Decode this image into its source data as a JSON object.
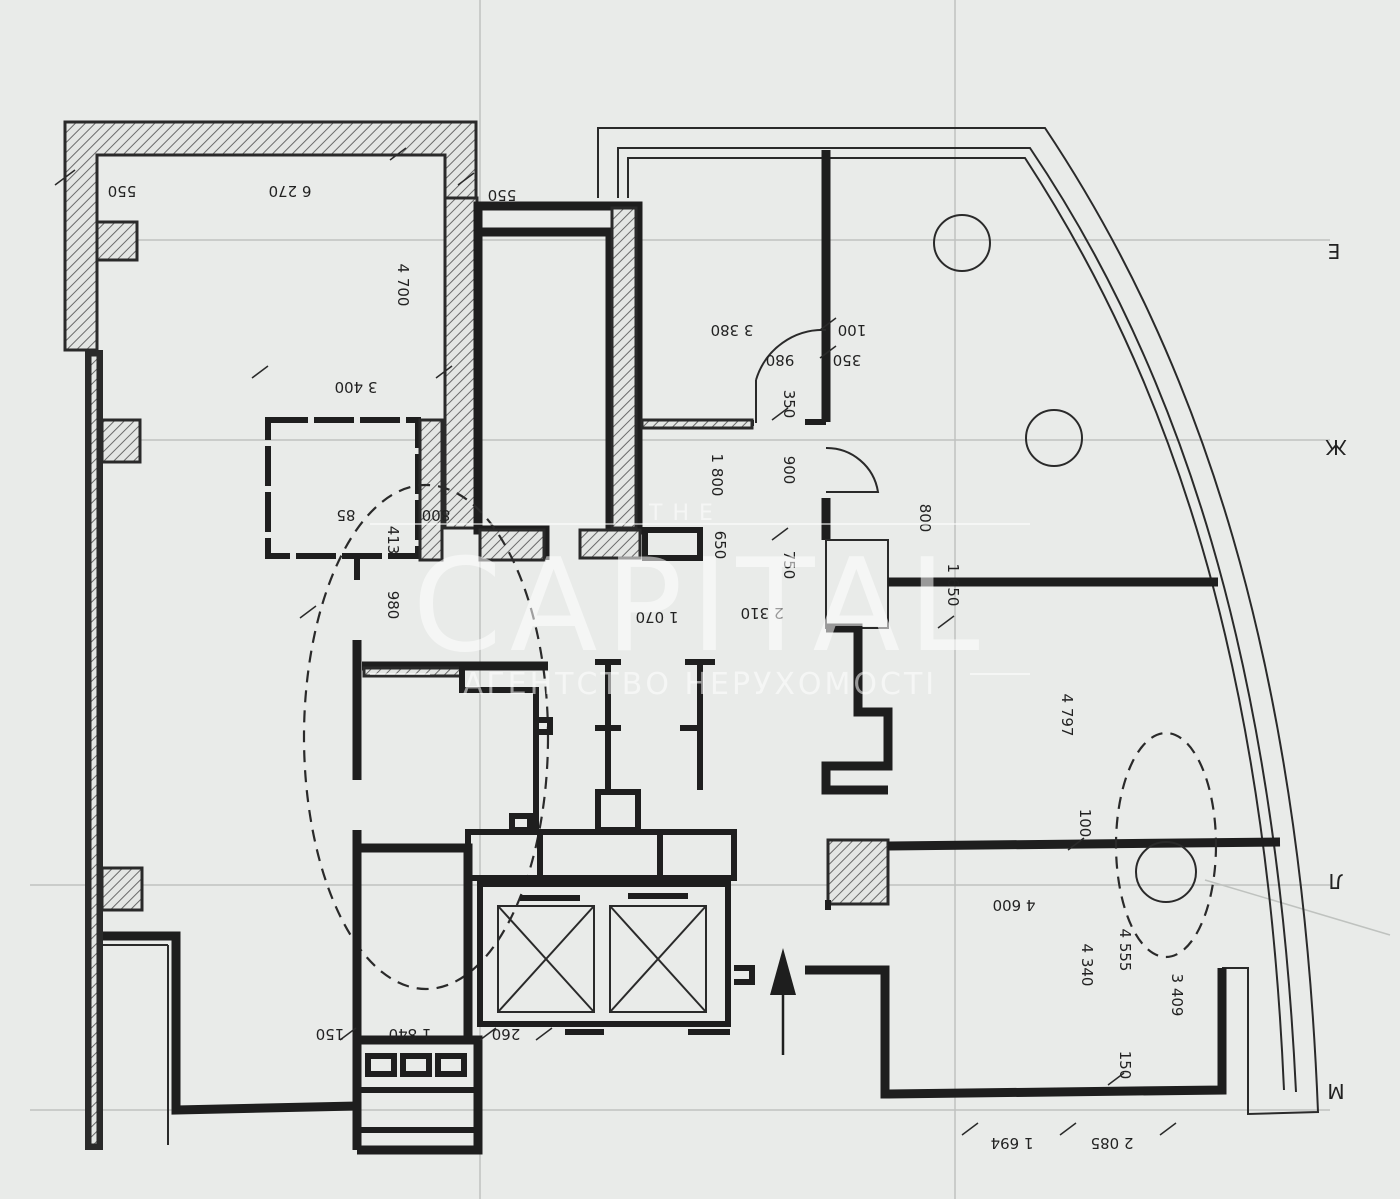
{
  "watermark": {
    "top": "THE",
    "brand": "CAPITAL",
    "subtitle": "АГЕНТСТВО НЕРУХОМОСТІ"
  },
  "axis_labels": [
    "Е",
    "Ж",
    "Л",
    "М"
  ],
  "dimensions": {
    "d550a": "550",
    "d6270": "6 270",
    "d550b": "550",
    "d4700": "4 700",
    "d3400": "3 400",
    "d3380": "3 380",
    "d100a": "100",
    "d980a": "980",
    "d350a": "350",
    "d350b": "350",
    "d900": "900",
    "d1800": "1 800",
    "d85": "85",
    "d413": "413",
    "d800a": "800",
    "d650": "650",
    "d750": "750",
    "d800b": "800",
    "d1650": "1 650",
    "d980b": "980",
    "d1070": "1 070",
    "d2310": "2 310",
    "d4797": "4 797",
    "d100b": "100",
    "d4600": "4 600",
    "d4555": "4 555",
    "d4340": "4 340",
    "d3409": "3 409",
    "d150a": "150",
    "d1840": "1 840",
    "d260": "260",
    "d150b": "150",
    "d1694": "1 694",
    "d2085": "2 085"
  }
}
